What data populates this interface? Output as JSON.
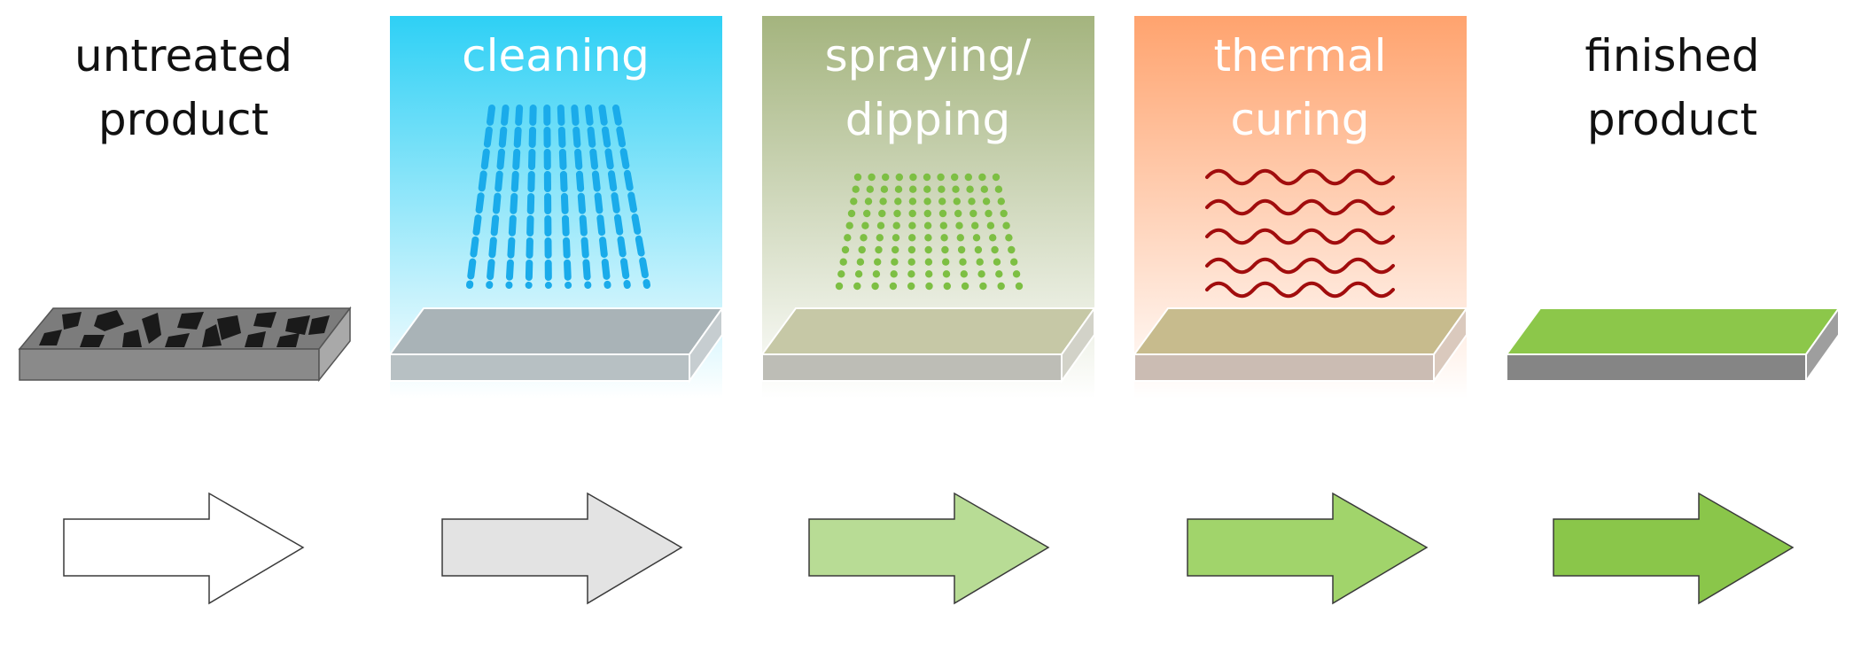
{
  "stages": [
    {
      "line1": "untreated",
      "line2": "product",
      "panel": "none",
      "effect": "none",
      "surface": "rough"
    },
    {
      "line1": "cleaning",
      "line2": "",
      "panel": "blue",
      "effect": "water",
      "surface": "plain"
    },
    {
      "line1": "spraying/",
      "line2": "dipping",
      "panel": "olive",
      "effect": "dots",
      "surface": "plain"
    },
    {
      "line1": "thermal",
      "line2": "curing",
      "panel": "orange",
      "effect": "waves",
      "surface": "plain"
    },
    {
      "line1": "finished",
      "line2": "product",
      "panel": "none",
      "effect": "none",
      "surface": "coated"
    }
  ],
  "colors": {
    "panel_blue_top": "#2ed0f5",
    "panel_blue_bottom": "#ffffff",
    "panel_olive_top": "#a4b47e",
    "panel_olive_bottom": "#ffffff",
    "panel_orange_top": "#ffa36e",
    "panel_orange_bottom": "#ffffff",
    "water": "#1aabea",
    "spray_dots": "#7dbf43",
    "heat_waves": "#a10d0d",
    "coating_green": "#8cc74a",
    "slab_gray": "#a3a7a9",
    "arrow_fills": [
      "#ffffff",
      "#e3e3e3",
      "#b8dc95",
      "#a1d46b",
      "#8ac64a"
    ]
  }
}
